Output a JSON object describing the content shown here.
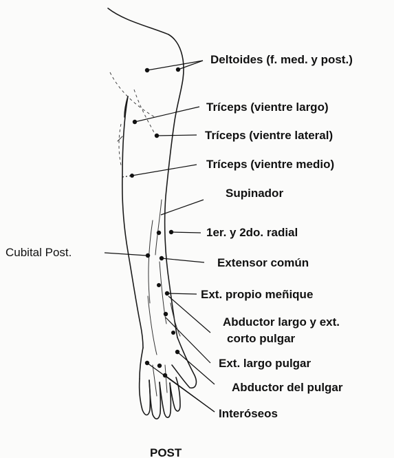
{
  "labels": {
    "deltoides": "Deltoides (f. med. y post.)",
    "triceps_largo": "Tríceps (vientre largo)",
    "triceps_lateral": "Tríceps (vientre lateral)",
    "triceps_medio": "Tríceps (vientre medio)",
    "supinador": "Supinador",
    "radial": "1er. y 2do. radial",
    "cubital": "Cubital Post.",
    "extensor_comun": "Extensor común",
    "menique": "Ext. propio meñique",
    "abductor_largo_1": "Abductor largo y ext.",
    "abductor_largo_2": "corto pulgar",
    "ext_largo_pulgar": "Ext. largo pulgar",
    "abductor_pulgar": "Abductor del pulgar",
    "interoseos": "Interóseos",
    "view": "POST"
  }
}
